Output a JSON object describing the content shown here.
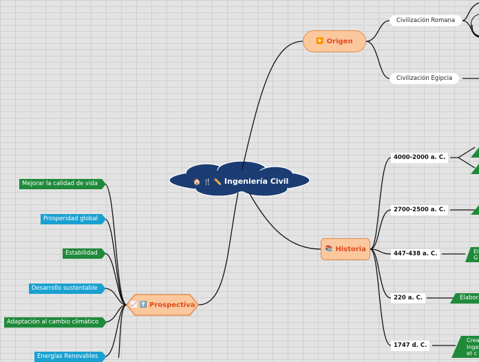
{
  "central": {
    "title": "Ingeniería Civil",
    "icons": "🏠 🍴 ✏️"
  },
  "origen": {
    "label": "Origen",
    "icon": "▶️",
    "children": [
      "Civilización Romana",
      "Civilización Egipcia"
    ]
  },
  "historia": {
    "label": "Historia",
    "icon": "📚",
    "dates": [
      "4000-2000 a. C.",
      "2700-2500 a. C.",
      "447-438 a. C.",
      "220 a. C.",
      "1747 d. C."
    ],
    "partial_children": [
      "El",
      "G",
      "Elaborac",
      "Crea",
      "Inge",
      "et c"
    ]
  },
  "prospectiva": {
    "label": "Prospectiva",
    "icon": "📈 ⬆️",
    "items": [
      "Mejorar la calidad de vida",
      "Prosperidad global",
      "Estabilidad",
      "Desarrollo sustentable",
      "Adaptación al cambio climático",
      "Energías Renovables"
    ],
    "colors": [
      "#1f8a3a",
      "#1aa0d0",
      "#1f8a3a",
      "#1aa0d0",
      "#1f8a3a",
      "#1aa0d0"
    ]
  },
  "colors": {
    "central": "#1c3d73",
    "main_topic_bg": "#fbc89e",
    "main_topic_text": "#e04b1a",
    "green": "#1f8a3a",
    "blue": "#1aa0d0"
  }
}
